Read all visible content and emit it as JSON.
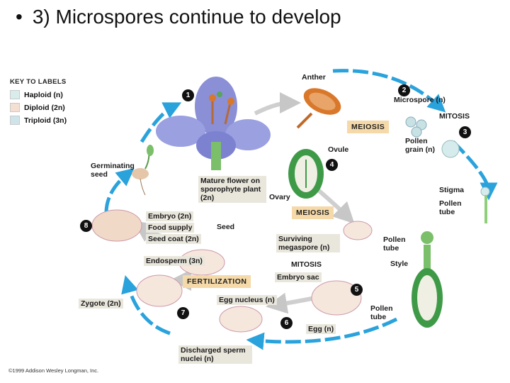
{
  "slide": {
    "bullet": "•",
    "title": "3) Microspores continue to develop"
  },
  "key": {
    "title": "KEY TO LABELS",
    "items": [
      {
        "label": "Haploid (n)",
        "color": "#d9ecec"
      },
      {
        "label": "Diploid (2n)",
        "color": "#f4dfd2"
      },
      {
        "label": "Triploid (3n)",
        "color": "#cfe4ea"
      }
    ]
  },
  "steps": [
    "1",
    "2",
    "3",
    "4",
    "5",
    "6",
    "7",
    "8"
  ],
  "stages": {
    "meiosis_top": "MEIOSIS",
    "meiosis_mid": "MEIOSIS",
    "fertilization": "FERTILIZATION"
  },
  "labels": {
    "anther": "Anther",
    "microspore": "Microspore (n)",
    "mitosis_top": "MITOSIS",
    "pollen_grain": "Pollen grain (n)",
    "ovule": "Ovule",
    "germinating_seed": "Germinating seed",
    "mature_flower": "Mature flower on sporophyte plant (2n)",
    "ovary": "Ovary",
    "stigma": "Stigma",
    "pollen_tube_right": "Pollen tube",
    "embryo": "Embryo (2n)",
    "food_supply": "Food supply",
    "seed_coat": "Seed coat (2n)",
    "seed": "Seed",
    "surviving_megaspore": "Surviving megaspore (n)",
    "pollen_tube_mid": "Pollen tube",
    "style": "Style",
    "endosperm": "Endosperm (3n)",
    "mitosis_mid": "MITOSIS",
    "embryo_sac": "Embryo sac",
    "zygote": "Zygote (2n)",
    "egg_nucleus": "Egg nucleus (n)",
    "pollen_tube_bottom": "Pollen tube",
    "egg": "Egg (n)",
    "sperm_nuclei": "Discharged sperm nuclei (n)"
  },
  "copyright": "©1999 Addison Wesley Longman, Inc.",
  "colors": {
    "cycle_arrow": "#2aa2dc",
    "petal": "#8a8fd6",
    "anther": "#d9782a",
    "ovule_green": "#3f9a48",
    "seed_tan": "#f1d9c8"
  }
}
